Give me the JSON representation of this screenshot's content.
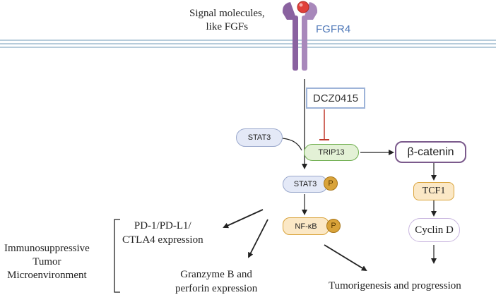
{
  "receptor": {
    "signal_label_line1": "Signal molecules,",
    "signal_label_line2": "like FGFs",
    "receptor_name": "FGFR4",
    "receptor_color": "#4f78b8"
  },
  "drug": {
    "name": "DCZ0415",
    "border_color": "#9db3d8",
    "inhibit_color": "#c0392b"
  },
  "nodes": {
    "stat3": "STAT3",
    "trip13": "TRIP13",
    "stat3_p": "STAT3",
    "phospho": "P",
    "nfkb": "NF-κB",
    "beta_catenin": "β-catenin",
    "tcf1": "TCF1",
    "cyclin_d": "Cyclin D"
  },
  "outcomes": {
    "checkpoint_line1": "PD-1/PD-L1/",
    "checkpoint_line2": "CTLA4 expression",
    "granzyme_line1": "Granzyme B and",
    "granzyme_line2": "perforin expression",
    "tumorigenesis": "Tumorigenesis and progression"
  },
  "bracket_label": {
    "line1": "Immunosuppressive",
    "line2": "Tumor",
    "line3": "Microenvironment"
  },
  "colors": {
    "membrane": "#b7ccdb",
    "receptor_purple": "#9b73ad",
    "ligand_red": "#e0403a",
    "stat3_fill": "#e4e9f7",
    "trip13_fill": "#e3f1d6",
    "trip13_border": "#6fae4f",
    "orange_fill": "#fbe8c6",
    "orange_border": "#d9a33a",
    "beta_border": "#7b5a8c",
    "cyclin_border": "#c9b6df"
  }
}
